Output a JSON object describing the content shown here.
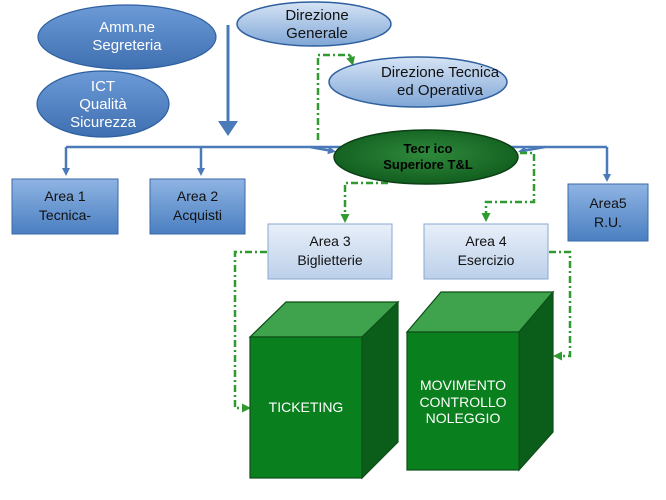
{
  "nodes": {
    "amm": {
      "line1": "Amm.ne",
      "line2": "Segreteria"
    },
    "ict": {
      "line1": "ICT",
      "line2": "Qualità",
      "line3": "Sicurezza"
    },
    "direzione_generale": {
      "line1": "Direzione",
      "line2": "Generale"
    },
    "direzione_tecnica": {
      "line1": "Direzione Tecnica",
      "line2": "ed Operativa"
    },
    "tecnico": {
      "line1": "Tecr ico",
      "line2": "Superiore T&L"
    },
    "area1": {
      "line1": "Area 1",
      "line2": "Tecnica-"
    },
    "area2": {
      "line1": "Area  2",
      "line2": "Acquisti"
    },
    "area3": {
      "line1": "Area 3",
      "line2": "Biglietterie"
    },
    "area4": {
      "line1": "Area 4",
      "line2": "Esercizio"
    },
    "area5": {
      "line1": "Area5",
      "line2": "R.U."
    },
    "ticketing": {
      "line1": "TICKETING"
    },
    "movimento": {
      "line1": "MOVIMENTO",
      "line2": "CONTROLLO",
      "line3": "NOLEGGIO"
    }
  },
  "colors": {
    "ellipse_blue": "#4f81bd",
    "ellipse_light": "#b9cde5",
    "box_light": "#dbe5f1",
    "connector": "#4a7ab8",
    "green_ellipse": "#1a6b2b",
    "green_cube_front": "#0a7f1e",
    "green_dash": "#2f9a2f"
  }
}
